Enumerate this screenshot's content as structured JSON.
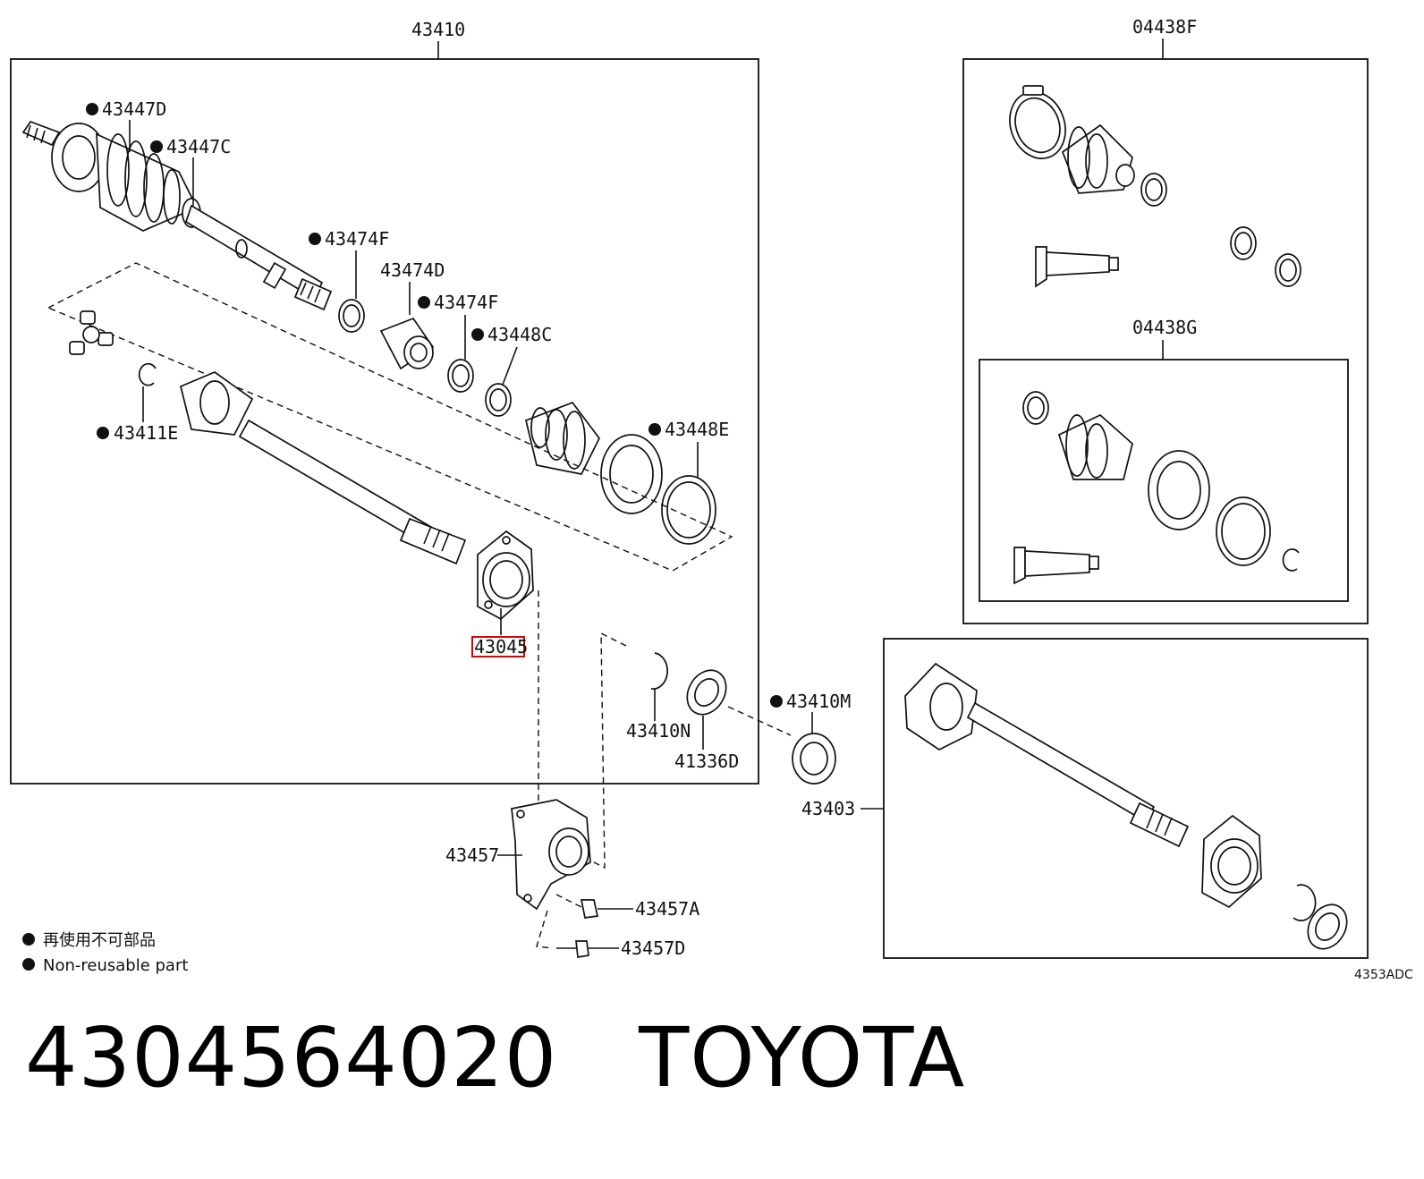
{
  "groups": {
    "main_shaft": "43410",
    "boot_kit_outer": "04438F",
    "boot_kit_inner": "04438G",
    "alt_shaft": "43403"
  },
  "labels": {
    "p43447D": "43447D",
    "p43447C": "43447C",
    "p43474F_a": "43474F",
    "p43474D": "43474D",
    "p43474F_b": "43474F",
    "p43448C": "43448C",
    "p43448E": "43448E",
    "p43411E": "43411E",
    "p43045": "43045",
    "p43410N": "43410N",
    "p41336D": "41336D",
    "p43410M": "43410M",
    "p43457": "43457",
    "p43457A": "43457A",
    "p43457D": "43457D"
  },
  "highlighted_part": "43045",
  "legend": {
    "line1": "再使用不可部品",
    "line2": "Non-reusable part"
  },
  "diagram_code": "4353ADC",
  "caption": {
    "part_number": "4304564020",
    "brand": "TOYOTA"
  }
}
